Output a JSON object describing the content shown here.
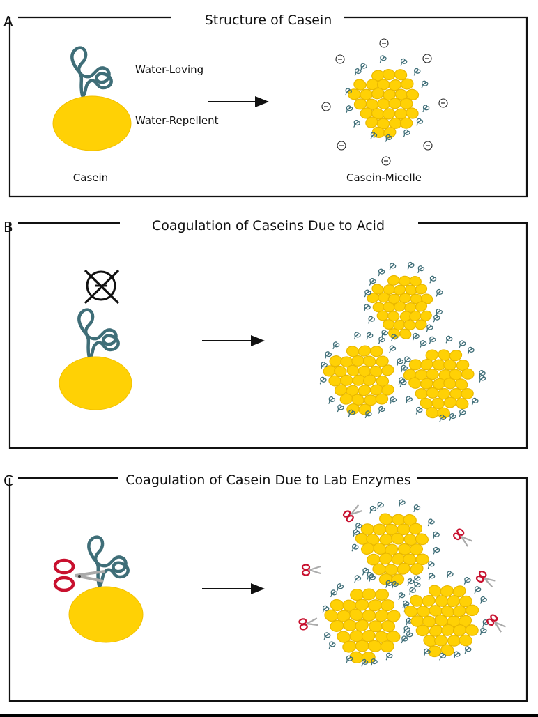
{
  "panels": [
    {
      "letter": "A",
      "title": "Structure of Casein",
      "labels": {
        "water_loving": "Water-Loving",
        "water_repellent": "Water-Repellent",
        "casein": "Casein",
        "casein_micelle": "Casein-Micelle"
      }
    },
    {
      "letter": "B",
      "title": "Coagulation of Caseins Due to Acid"
    },
    {
      "letter": "C",
      "title": "Coagulation of Casein Due to Lab Enzymes"
    }
  ],
  "colors": {
    "casein_core": "#ffd105",
    "hydrophilic_chain": "#3f6e78",
    "scissors_handle": "#c8102e",
    "frame": "#111111"
  },
  "icons": {
    "negative_charge": "minus-charge-icon",
    "crossed_charge": "crossed-out-charge-icon",
    "enzyme": "scissors-icon"
  }
}
